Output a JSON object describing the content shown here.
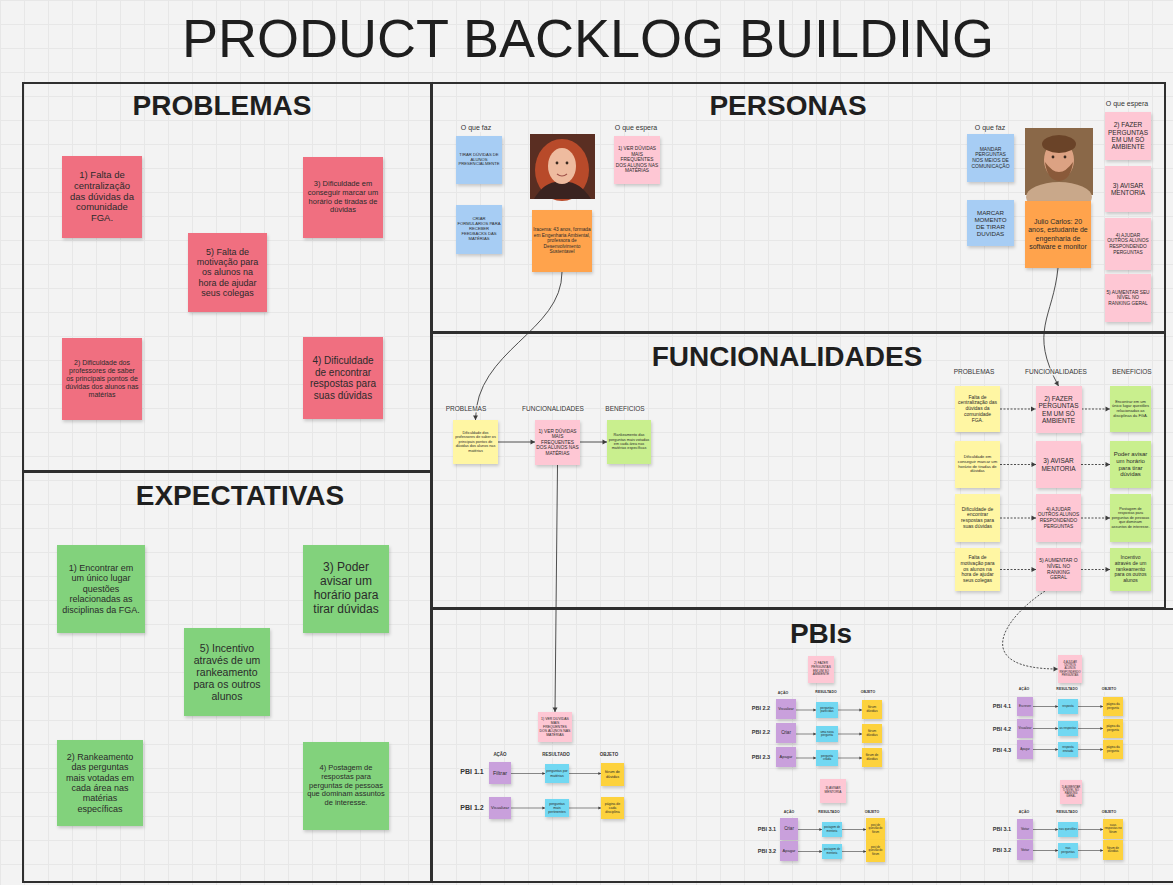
{
  "diagram": {
    "title": "PRODUCT BACKLOG BUILDING",
    "nodes": [
      {
        "text": [
          "PROBLEMAS"
        ]
      },
      {
        "text": [
          "1) Falta de centralização das dúvidas da comunidade FGA."
        ],
        "in": 0
      },
      {
        "text": [
          "3) Dificuldade em conseguir marcar um horário de tiradas de dúvidas"
        ],
        "in": 0
      },
      {
        "text": [
          "5) Falta de motivação para os alunos na hora de ajudar seus colegas"
        ],
        "in": 0
      },
      {
        "text": [
          "2) Dificuldade dos professores de saber os principais pontos de dúvidas dos alunos nas matérias"
        ],
        "in": 0
      },
      {
        "text": [
          "4) Dificuldade de encontrar respostas para suas dúvidas"
        ],
        "in": 0
      },
      {
        "text": [
          "EXPECTATIVAS"
        ]
      },
      {
        "text": [
          "1) Encontrar em um único lugar questões relacionadas as disciplinas da FGA."
        ],
        "in": 6
      },
      {
        "text": [
          "3) Poder avisar um horário para tirar dúvidas"
        ],
        "in": 6
      },
      {
        "text": [
          "5) Incentivo através de um rankeamento para os outros alunos"
        ],
        "in": 6
      },
      {
        "text": [
          "2) Rankeamento das perguntas mais votadas em cada área nas matérias específicas"
        ],
        "in": 6
      },
      {
        "text": [
          "4) Postagem de respostas para perguntas de pessoas que dominam assuntos de interesse."
        ],
        "in": 6
      },
      {
        "text": [
          "PERSONAS"
        ]
      },
      {
        "text": [
          "TIRAR DÚVIDAS DE ALUNOS PRESENCIALMENTE"
        ],
        "in": 12
      },
      {
        "text": [
          "CRIAR FORMULÁRIOS PARA RECEBER FEEDBACKS DAS MATÉRIAS"
        ],
        "in": 12
      },
      {
        "text": [
          "Iracema: 43 anos, formada em Engenharia Ambiental, professora de Desenvolvimento Sustentavel"
        ],
        "in": 12
      },
      {
        "text": [
          "1) VER DÚVIDAS MAIS FREQUENTES DOS ALUNOS NAS MATÉRIAS"
        ],
        "in": 12
      },
      {
        "text": [
          "MANDAR PERGUNTAS NOS MEIOS DE COMUNICAÇÃO"
        ],
        "in": 12
      },
      {
        "text": [
          "MARCAR MOMENTO DE TIRAR DUVIDAS"
        ],
        "in": 12
      },
      {
        "text": [
          "Julio Carlos: 20 anos, estudante de engenharia de software e monitor"
        ],
        "in": 12
      },
      {
        "text": [
          "2) FAZER PERGUNTAS EM UM SÓ AMBIENTE"
        ],
        "in": 12
      },
      {
        "text": [
          "3) AVISAR MENTORIA"
        ],
        "in": 12
      },
      {
        "text": [
          "4) AJUDAR OUTROS ALUNOS RESPONDENDO PERGUNTAS"
        ],
        "in": 12
      },
      {
        "text": [
          "5) AUMENTAR SEU NÍVEL NO RANKING GERAL"
        ],
        "in": 12
      },
      {
        "text": [
          "FUNCIONALIDADES"
        ]
      },
      {
        "text": [
          "Dificuldade dos professores de saber os principais pontos de dúvidas dos alunos nas matérias"
        ],
        "in": 24
      },
      {
        "text": [
          "1) VER DÚVIDAS MAIS FREQUENTES DOS ALUNOS NAS MATÉRIAS"
        ],
        "in": 24
      },
      {
        "text": [
          "Rankeamento das perguntas mais votadas em cada área nas matérias específicas"
        ],
        "in": 24
      },
      {
        "text": [
          "Falta de centralização das dúvidas da comunidade FGA."
        ],
        "in": 24
      },
      {
        "text": [
          "2) FAZER PERGUNTAS EM UM SÓ AMBIENTE"
        ],
        "in": 24
      },
      {
        "text": [
          "Encontrar em um único lugar questões relacionadas as disciplinas da FGA."
        ],
        "in": 24
      },
      {
        "text": [
          "Dificuldade em conseguir marcar um horário de tiradas de dúvidas"
        ],
        "in": 24
      },
      {
        "text": [
          "3) AVISAR MENTORIA"
        ],
        "in": 24
      },
      {
        "text": [
          "Poder avisar um horário para tirar dúvidas"
        ],
        "in": 24
      },
      {
        "text": [
          "Dificuldade de encontrar respostas para suas dúvidas"
        ],
        "in": 24
      },
      {
        "text": [
          "4) AJUDAR OUTROS ALUNOS RESPONDENDO PERGUNTAS"
        ],
        "in": 24
      },
      {
        "text": [
          "Postagem de respostas para perguntas de pessoas que dominam assuntos de interesse."
        ],
        "in": 24
      },
      {
        "text": [
          "Falta de motivação para os alunos na hora de ajudar seus colegas"
        ],
        "in": 24
      },
      {
        "text": [
          "5) AUMENTAR O NÍVEL NO RANKING GERAL"
        ],
        "in": 24
      },
      {
        "text": [
          "Incentivo através de um rankeamento para os outros alunos"
        ],
        "in": 24
      },
      {
        "text": [
          "PBIs"
        ]
      },
      {
        "text": [
          "1) VER DÚVIDAS MAIS FREQUENTES DOS ALUNOS NAS MATÉRIAS"
        ],
        "in": 40
      },
      {
        "text": [
          "Filtrar"
        ],
        "in": 40
      },
      {
        "text": [
          "perguntas por matérias"
        ],
        "in": 40
      },
      {
        "text": [
          "fórum de dúvidas"
        ],
        "in": 40
      },
      {
        "text": [
          "Visualizar"
        ],
        "in": 40
      },
      {
        "text": [
          "perguntas mais pertinentes"
        ],
        "in": 40
      },
      {
        "text": [
          "página de cada disciplina"
        ],
        "in": 40
      },
      {
        "text": [
          "2) FAZER PERGUNTAS EM UM SÓ AMBIENTE"
        ],
        "in": 40
      },
      {
        "text": [
          "Visualizar"
        ],
        "in": 40
      },
      {
        "text": [
          "perguntas parecidas"
        ],
        "in": 40
      },
      {
        "text": [
          "fórum dúvidas"
        ],
        "in": 40
      },
      {
        "text": [
          "Criar"
        ],
        "in": 40
      },
      {
        "text": [
          "uma nova pergunta"
        ],
        "in": 40
      },
      {
        "text": [
          "fórum dúvidas"
        ],
        "in": 40
      },
      {
        "text": [
          "Apagar"
        ],
        "in": 40
      },
      {
        "text": [
          "pergunta criada"
        ],
        "in": 40
      },
      {
        "text": [
          "fórum de dúvidas"
        ],
        "in": 40
      },
      {
        "text": [
          "3) AVISAR MENTORIA"
        ],
        "in": 40
      },
      {
        "text": [
          "Criar"
        ],
        "in": 40
      },
      {
        "text": [
          "postagem de mentoria"
        ],
        "in": 40
      },
      {
        "text": [
          "post de questão do fórum"
        ],
        "in": 40
      },
      {
        "text": [
          "Apagar"
        ],
        "in": 40
      },
      {
        "text": [
          "postagem de mentoria"
        ],
        "in": 40
      },
      {
        "text": [
          "post de questão do fórum"
        ],
        "in": 40
      },
      {
        "text": [
          "4) AJUDAR OUTROS ALUNOS RESPONDENDO PERGUNTAS"
        ],
        "in": 40
      },
      {
        "text": [
          "Escrever"
        ],
        "in": 40
      },
      {
        "text": [
          "resposta"
        ],
        "in": 40
      },
      {
        "text": [
          "página da pergunta"
        ],
        "in": 40
      },
      {
        "text": [
          "Visualizar"
        ],
        "in": 40
      },
      {
        "text": [
          "as respostas"
        ],
        "in": 40
      },
      {
        "text": [
          "página da pergunta"
        ],
        "in": 40
      },
      {
        "text": [
          "Apagar"
        ],
        "in": 40
      },
      {
        "text": [
          "resposta enviada"
        ],
        "in": 40
      },
      {
        "text": [
          "página da pergunta"
        ],
        "in": 40
      },
      {
        "text": [
          "5) AUMENTAR O NÍVEL NO RANKING GERAL"
        ],
        "in": 40
      },
      {
        "text": [
          "Votar"
        ],
        "in": 40
      },
      {
        "text": [
          "nas questões"
        ],
        "in": 40
      },
      {
        "text": [
          "suas respostas no fórum"
        ],
        "in": 40
      },
      {
        "text": [
          "Votar"
        ],
        "in": 40
      },
      {
        "text": [
          "nas perguntas"
        ],
        "in": 40
      },
      {
        "text": [
          "fórum de dúvidas"
        ],
        "in": 40
      }
    ],
    "edges": [
      {
        "from": 15,
        "to": 25,
        "arrow": "to"
      },
      {
        "from": 19,
        "to": 29,
        "arrow": "to"
      },
      {
        "from": 26,
        "to": 41,
        "arrow": "to"
      },
      {
        "from": 38,
        "to": 65,
        "arrow": "to"
      },
      {
        "from": 25,
        "to": 26,
        "arrow": "to"
      },
      {
        "from": 26,
        "to": 27,
        "arrow": "to"
      },
      {
        "from": 28,
        "to": 29,
        "arrow": "to"
      },
      {
        "from": 29,
        "to": 30,
        "arrow": "to"
      },
      {
        "from": 31,
        "to": 32,
        "arrow": "to"
      },
      {
        "from": 32,
        "to": 33,
        "arrow": "to"
      },
      {
        "from": 34,
        "to": 35,
        "arrow": "to"
      },
      {
        "from": 35,
        "to": 36,
        "arrow": "to"
      },
      {
        "from": 37,
        "to": 38,
        "arrow": "to"
      },
      {
        "from": 38,
        "to": 39,
        "arrow": "to"
      },
      {
        "from": 42,
        "to": 43,
        "arrow": "to"
      },
      {
        "from": 43,
        "to": 44,
        "arrow": "to"
      },
      {
        "from": 45,
        "to": 46,
        "arrow": "to"
      },
      {
        "from": 46,
        "to": 47,
        "arrow": "to"
      },
      {
        "from": 49,
        "to": 50,
        "arrow": "to"
      },
      {
        "from": 50,
        "to": 51,
        "arrow": "to"
      },
      {
        "from": 52,
        "to": 53,
        "arrow": "to"
      },
      {
        "from": 53,
        "to": 54,
        "arrow": "to"
      },
      {
        "from": 55,
        "to": 56,
        "arrow": "to"
      },
      {
        "from": 56,
        "to": 57,
        "arrow": "to"
      },
      {
        "from": 59,
        "to": 60,
        "arrow": "to"
      },
      {
        "from": 60,
        "to": 61,
        "arrow": "to"
      },
      {
        "from": 62,
        "to": 63,
        "arrow": "to"
      },
      {
        "from": 63,
        "to": 64,
        "arrow": "to"
      },
      {
        "from": 66,
        "to": 67,
        "arrow": "to"
      },
      {
        "from": 67,
        "to": 68,
        "arrow": "to"
      },
      {
        "from": 69,
        "to": 70,
        "arrow": "to"
      },
      {
        "from": 70,
        "to": 71,
        "arrow": "to"
      },
      {
        "from": 72,
        "to": 73,
        "arrow": "to"
      },
      {
        "from": 73,
        "to": 74,
        "arrow": "to"
      },
      {
        "from": 76,
        "to": 77,
        "arrow": "to"
      },
      {
        "from": 77,
        "to": 78,
        "arrow": "to"
      },
      {
        "from": 79,
        "to": 80,
        "arrow": "to"
      },
      {
        "from": 80,
        "to": 81,
        "arrow": "to"
      }
    ],
    "labels": [
      "O que faz",
      "O que espera",
      "O que faz",
      "O que espera",
      "PROBLEMAS",
      "FUNCIONALIDADES",
      "BENEFICIOS",
      "PROBLEMAS",
      "FUNCIONALIDADES",
      "BENEFICIOS",
      "AÇÃO",
      "RESULTADO",
      "OBJETO",
      "PBI 1.1",
      "PBI 1.2",
      "AÇÃO",
      "RESULTADO",
      "OBJETO",
      "PBI 2.2",
      "PBI 2.2",
      "PBI 2.3",
      "AÇÃO",
      "RESULTADO",
      "OBJETO",
      "PBI 3.1",
      "PBI 3.2",
      "AÇÃO",
      "RESULTADO",
      "OBJETO",
      "PBI 4.1",
      "PBI 4.2",
      "PBI 4.3",
      "AÇÃO",
      "RESULTADO",
      "OBJETO",
      "PBI 3.1",
      "PBI 3.2"
    ]
  }
}
